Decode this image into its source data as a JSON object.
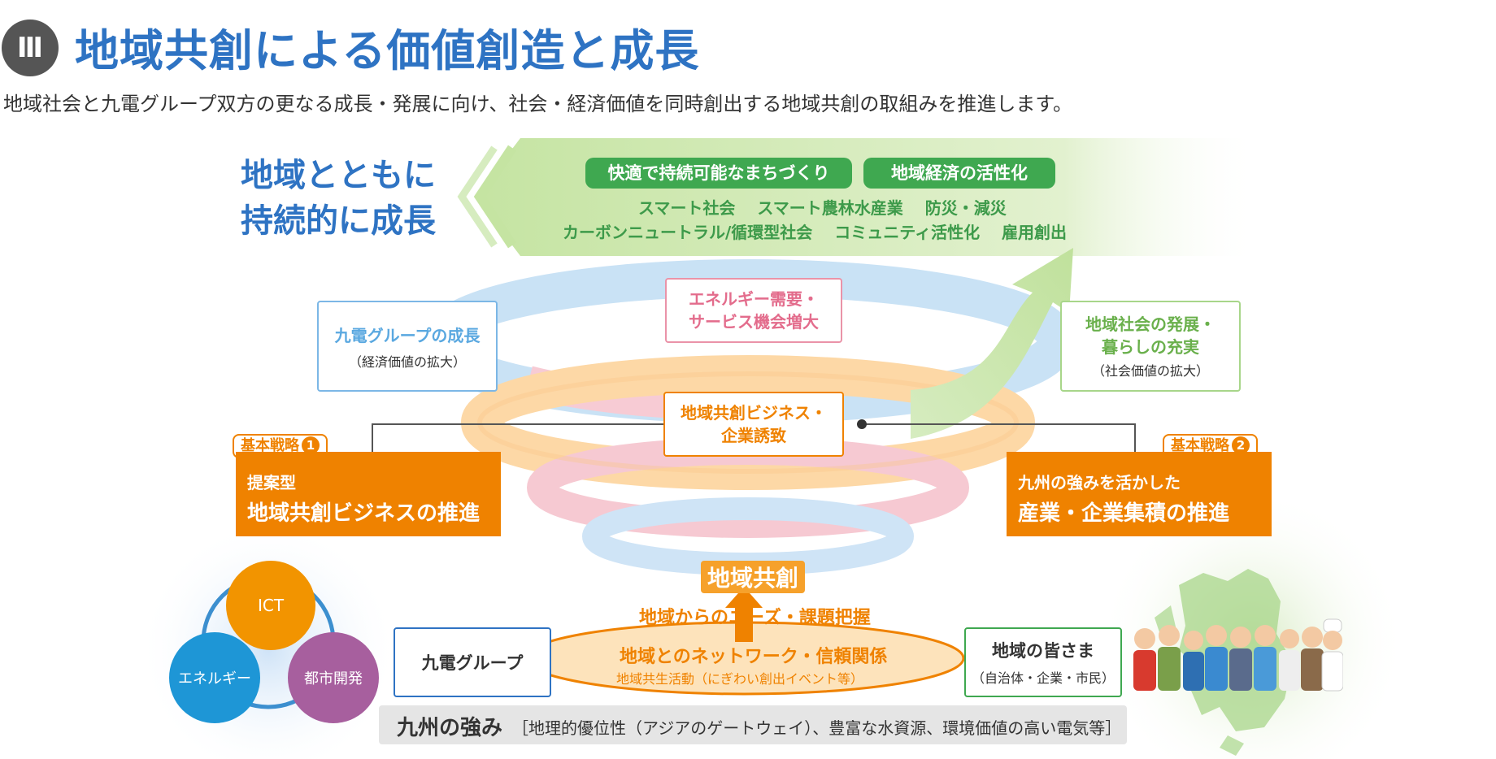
{
  "header": {
    "badge": "Ⅲ",
    "title": "地域共創による価値創造と成長",
    "subtitle": "地域社会と九電グループ双方の更なる成長・発展に向け、社会・経済価値を同時創出する地域共創の取組みを推進します。"
  },
  "slogan": {
    "line1": "地域とともに",
    "line2": "持続的に成長"
  },
  "goals": {
    "pill1": "快適で持続可能なまちづくり",
    "pill2": "地域経済の活性化",
    "row1": "スマート社会　 スマート農林水産業　 防災・減災",
    "row2": "カーボンニュートラル/循環型社会　 コミュニティ活性化　 雇用創出"
  },
  "spiral": {
    "group_growth_title": "九電グループの成長",
    "group_growth_sub": "（経済価値の拡大）",
    "demand_line1": "エネルギー需要・",
    "demand_line2": "サービス機会増大",
    "society_line1": "地域社会の発展・",
    "society_line2": "暮らしの充実",
    "society_sub": "（社会価値の拡大）",
    "center_line1": "地域共創ビジネス・",
    "center_line2": "企業誘致"
  },
  "strategy1": {
    "tag": "基本戦略",
    "num": "1",
    "line1": "提案型",
    "line2": "地域共創ビジネスの推進"
  },
  "strategy2": {
    "tag": "基本戦略",
    "num": "2",
    "line1": "九州の強みを活かした",
    "line2": "産業・企業集積の推進"
  },
  "core": {
    "co_creation": "地域共創",
    "needs": "地域からのニーズ・課題把握",
    "network": "地域とのネットワーク・信頼関係",
    "activity": "地域共生活動（にぎわい創出イベント等）",
    "kyuden": "九電グループ",
    "community_title": "地域の皆さま",
    "community_sub": "（自治体・企業・市民）"
  },
  "business": {
    "ict": "ICT",
    "energy": "エネルギー",
    "urban": "都市開発"
  },
  "strengths": {
    "title": "九州の強み",
    "detail": "［地理的優位性（アジアのゲートウェイ）、豊富な水資源、環境価値の高い電気等］"
  },
  "colors": {
    "title_blue": "#2e73c3",
    "orange": "#ef8200",
    "green": "#3fa850",
    "pink": "#e36c8c",
    "light_blue": "#5aa8e0"
  }
}
